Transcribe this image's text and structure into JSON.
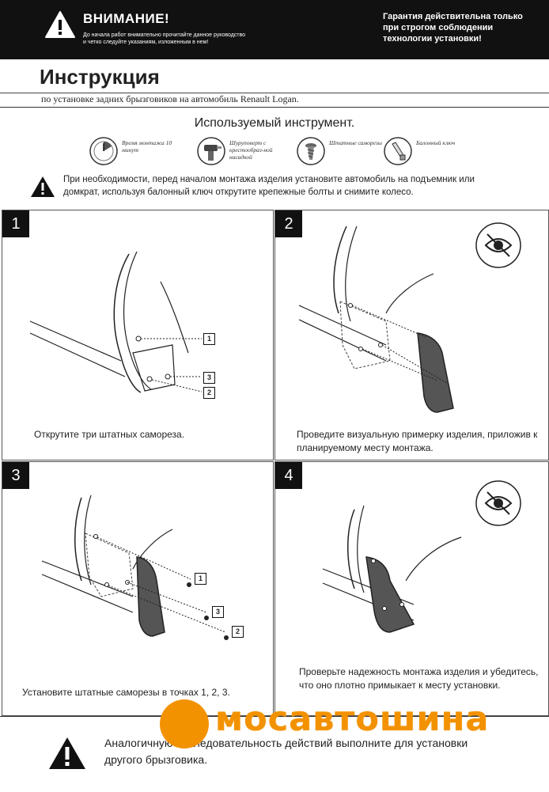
{
  "header": {
    "warning_title": "ВНИМАНИЕ!",
    "warning_text": "До начала работ внимательно прочитайте данное руководство и четко следуйте указаниям, изложенным в нем!",
    "guarantee": "Гарантия действительна только при строгом соблюдении технологии установки!"
  },
  "title": "Инструкция",
  "subtitle": "по установке задних брызговиков на автомобиль Renault Logan.",
  "tools": {
    "heading": "Используемый инструмент.",
    "items": [
      {
        "icon": "clock-icon",
        "label": "Время монтажа 10 минут"
      },
      {
        "icon": "screwdriver-icon",
        "label": "Шуруповерт с крестообраз-ной насадкой"
      },
      {
        "icon": "screw-icon",
        "label": "Штатные саморезы"
      },
      {
        "icon": "wrench-icon",
        "label": "Балонный ключ"
      }
    ]
  },
  "note": "При необходимости, перед началом монтажа изделия установите автомобиль  на подъемник или домкрат,  используя балонный ключ открутите крепежные болты и снимите колесо.",
  "steps": [
    {
      "number": "1",
      "caption": "Открутите три штатных самореза.",
      "callouts": [
        "1",
        "3",
        "2"
      ]
    },
    {
      "number": "2",
      "caption": "Проведите визуальную примерку изделия, приложив к планируемому месту монтажа."
    },
    {
      "number": "3",
      "caption": "Установите штатные саморезы в точках 1, 2, 3.",
      "callouts": [
        "1",
        "3",
        "2"
      ]
    },
    {
      "number": "4",
      "caption": "Проверьте надежность монтажа изделия и убедитесь, что оно плотно примыкает к месту установки."
    }
  ],
  "footer_note": "Аналогичную последовательность действий выполните для установки другого брызговика.",
  "watermark": "мосавтошина",
  "colors": {
    "brand": "#f39200",
    "dark": "#111111"
  }
}
